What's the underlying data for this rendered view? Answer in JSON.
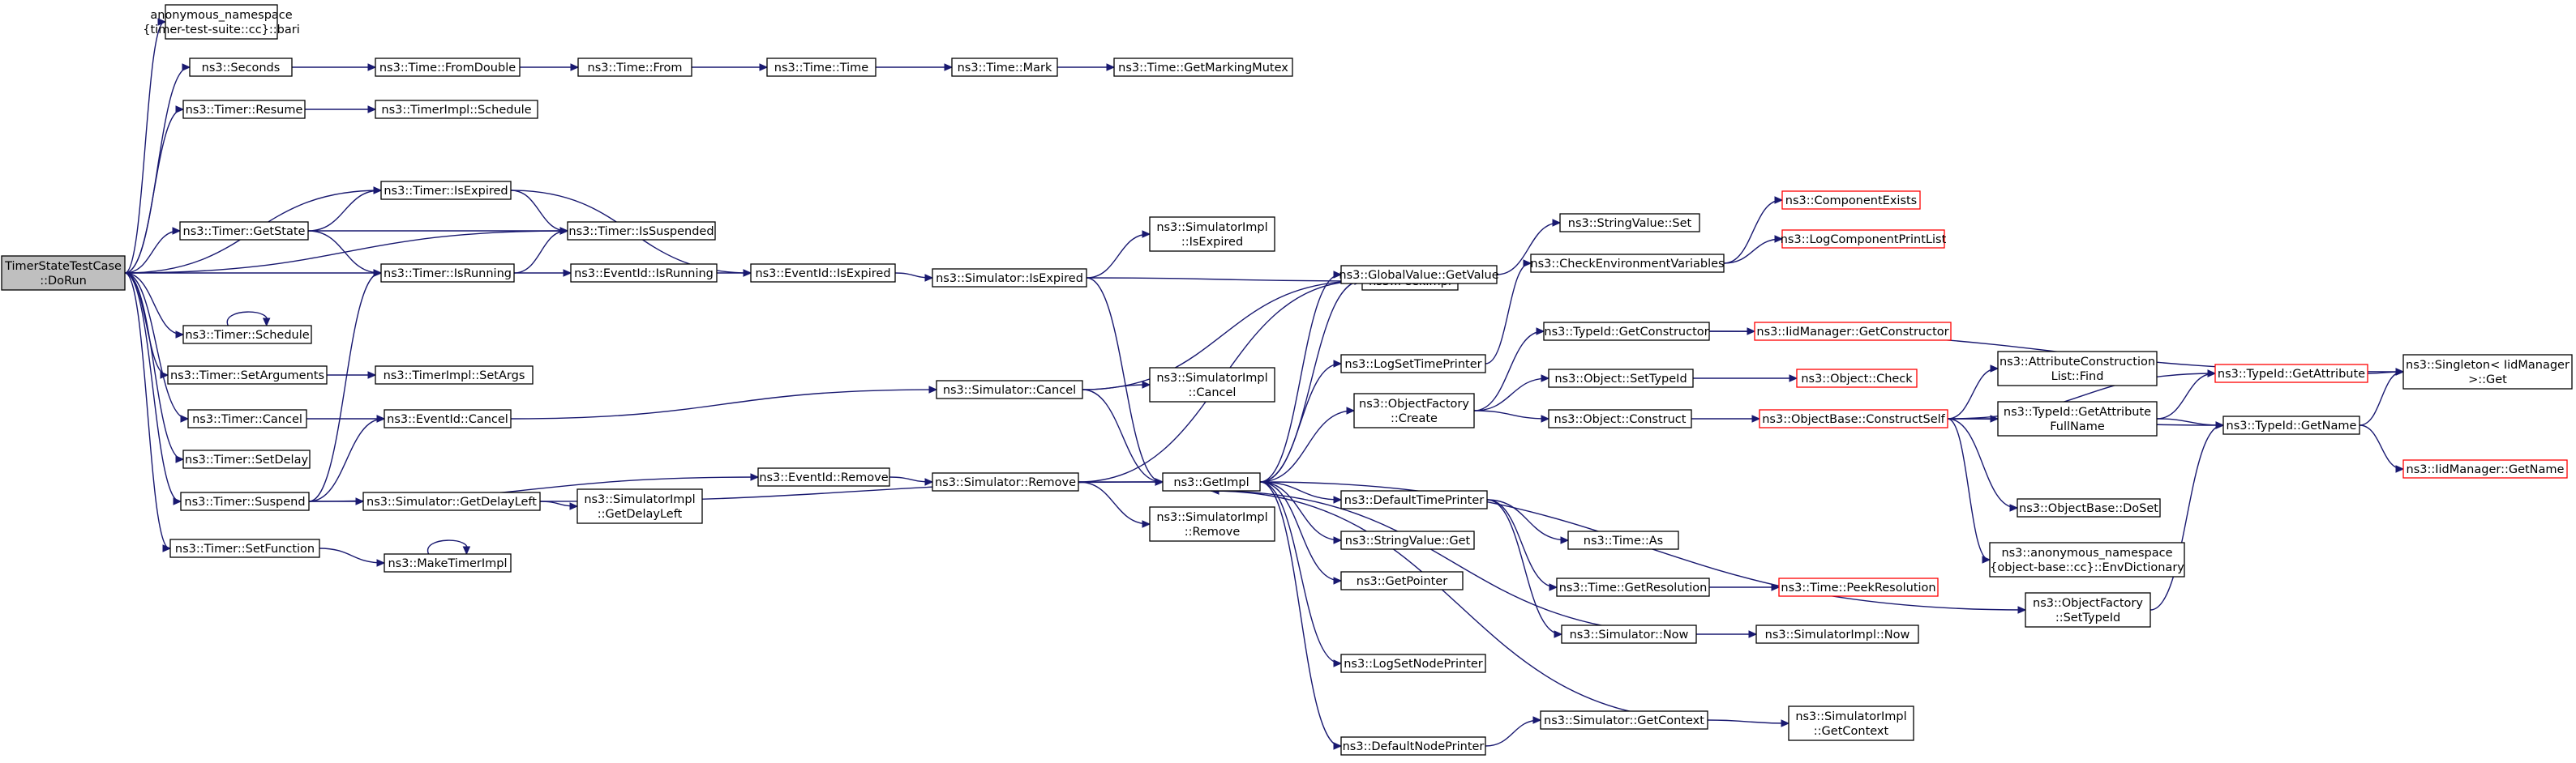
{
  "colors": {
    "edge": "#191970",
    "node_border": "#000000",
    "node_border_truncated": "#ff0000",
    "root_fill": "#bfbfbf",
    "node_fill": "#ffffff"
  },
  "nodes": [
    {
      "id": "root",
      "lines": [
        "TimerStateTestCase",
        "::DoRun"
      ],
      "root": true
    },
    {
      "id": "bari",
      "lines": [
        "anonymous_namespace",
        "{timer-test-suite::cc}::bari"
      ]
    },
    {
      "id": "seconds",
      "lines": [
        "ns3::Seconds"
      ]
    },
    {
      "id": "fromDouble",
      "lines": [
        "ns3::Time::FromDouble"
      ]
    },
    {
      "id": "timeFrom",
      "lines": [
        "ns3::Time::From"
      ]
    },
    {
      "id": "timeTime",
      "lines": [
        "ns3::Time::Time"
      ]
    },
    {
      "id": "timeMark",
      "lines": [
        "ns3::Time::Mark"
      ]
    },
    {
      "id": "getMarkingMutex",
      "lines": [
        "ns3::Time::GetMarkingMutex"
      ]
    },
    {
      "id": "timerResume",
      "lines": [
        "ns3::Timer::Resume"
      ]
    },
    {
      "id": "timerImplSchedule",
      "lines": [
        "ns3::TimerImpl::Schedule"
      ]
    },
    {
      "id": "timerIsExpired",
      "lines": [
        "ns3::Timer::IsExpired"
      ]
    },
    {
      "id": "timerGetState",
      "lines": [
        "ns3::Timer::GetState"
      ]
    },
    {
      "id": "timerIsSuspended",
      "lines": [
        "ns3::Timer::IsSuspended"
      ]
    },
    {
      "id": "timerIsRunning",
      "lines": [
        "ns3::Timer::IsRunning"
      ]
    },
    {
      "id": "eventIdIsRunning",
      "lines": [
        "ns3::EventId::IsRunning"
      ]
    },
    {
      "id": "eventIdIsExpired",
      "lines": [
        "ns3::EventId::IsExpired"
      ]
    },
    {
      "id": "simIsExpired",
      "lines": [
        "ns3::Simulator::IsExpired"
      ]
    },
    {
      "id": "simImplIsExpired",
      "lines": [
        "ns3::SimulatorImpl",
        "::IsExpired"
      ]
    },
    {
      "id": "timerSchedule",
      "lines": [
        "ns3::Timer::Schedule"
      ]
    },
    {
      "id": "timerSetArguments",
      "lines": [
        "ns3::Timer::SetArguments"
      ]
    },
    {
      "id": "timerImplSetArgs",
      "lines": [
        "ns3::TimerImpl::SetArgs"
      ]
    },
    {
      "id": "timerCancel",
      "lines": [
        "ns3::Timer::Cancel"
      ]
    },
    {
      "id": "eventIdCancel",
      "lines": [
        "ns3::EventId::Cancel"
      ]
    },
    {
      "id": "simCancel",
      "lines": [
        "ns3::Simulator::Cancel"
      ]
    },
    {
      "id": "simImplCancel",
      "lines": [
        "ns3::SimulatorImpl",
        "::Cancel"
      ]
    },
    {
      "id": "timerSetDelay",
      "lines": [
        "ns3::Timer::SetDelay"
      ]
    },
    {
      "id": "timerSuspend",
      "lines": [
        "ns3::Timer::Suspend"
      ]
    },
    {
      "id": "eventIdRemove",
      "lines": [
        "ns3::EventId::Remove"
      ]
    },
    {
      "id": "simRemove",
      "lines": [
        "ns3::Simulator::Remove"
      ]
    },
    {
      "id": "simImplRemove",
      "lines": [
        "ns3::SimulatorImpl",
        "::Remove"
      ]
    },
    {
      "id": "simGetDelayLeft",
      "lines": [
        "ns3::Simulator::GetDelayLeft"
      ]
    },
    {
      "id": "simImplGetDelayLeft",
      "lines": [
        "ns3::SimulatorImpl",
        "::GetDelayLeft"
      ]
    },
    {
      "id": "timerSetFunction",
      "lines": [
        "ns3::Timer::SetFunction"
      ]
    },
    {
      "id": "makeTimerImpl",
      "lines": [
        "ns3::MakeTimerImpl"
      ]
    },
    {
      "id": "peekImpl",
      "lines": [
        "ns3::PeekImpl"
      ]
    },
    {
      "id": "getImpl",
      "lines": [
        "ns3::GetImpl"
      ]
    },
    {
      "id": "globalValueGetValue",
      "lines": [
        "ns3::GlobalValue::GetValue"
      ]
    },
    {
      "id": "logSetTimePrinter",
      "lines": [
        "ns3::LogSetTimePrinter"
      ]
    },
    {
      "id": "objectFactoryCreate",
      "lines": [
        "ns3::ObjectFactory",
        "::Create"
      ]
    },
    {
      "id": "defaultTimePrinter",
      "lines": [
        "ns3::DefaultTimePrinter"
      ]
    },
    {
      "id": "stringValueGet",
      "lines": [
        "ns3::StringValue::Get"
      ]
    },
    {
      "id": "getPointer",
      "lines": [
        "ns3::GetPointer"
      ]
    },
    {
      "id": "logSetNodePrinter",
      "lines": [
        "ns3::LogSetNodePrinter"
      ]
    },
    {
      "id": "defaultNodePrinter",
      "lines": [
        "ns3::DefaultNodePrinter"
      ]
    },
    {
      "id": "stringValueSet",
      "lines": [
        "ns3::StringValue::Set"
      ]
    },
    {
      "id": "checkEnvVars",
      "lines": [
        "ns3::CheckEnvironmentVariables"
      ]
    },
    {
      "id": "componentExists",
      "lines": [
        "ns3::ComponentExists"
      ],
      "truncated": true
    },
    {
      "id": "logComponentPrintList",
      "lines": [
        "ns3::LogComponentPrintList"
      ],
      "truncated": true
    },
    {
      "id": "typeIdGetConstructor",
      "lines": [
        "ns3::TypeId::GetConstructor"
      ]
    },
    {
      "id": "iidGetConstructor",
      "lines": [
        "ns3::IidManager::GetConstructor"
      ],
      "truncated": true
    },
    {
      "id": "objectSetTypeId",
      "lines": [
        "ns3::Object::SetTypeId"
      ]
    },
    {
      "id": "objectCheck",
      "lines": [
        "ns3::Object::Check"
      ],
      "truncated": true
    },
    {
      "id": "objectConstruct",
      "lines": [
        "ns3::Object::Construct"
      ]
    },
    {
      "id": "constructSelf",
      "lines": [
        "ns3::ObjectBase::ConstructSelf"
      ],
      "truncated": true
    },
    {
      "id": "attrConstructionListFind",
      "lines": [
        "ns3::AttributeConstruction",
        "List::Find"
      ]
    },
    {
      "id": "typeIdGetAttributeFullName",
      "lines": [
        "ns3::TypeId::GetAttribute",
        "FullName"
      ]
    },
    {
      "id": "typeIdGetAttribute",
      "lines": [
        "ns3::TypeId::GetAttribute"
      ],
      "truncated": true
    },
    {
      "id": "singletonGet",
      "lines": [
        "ns3::Singleton< IidManager",
        " >::Get"
      ]
    },
    {
      "id": "typeIdGetName",
      "lines": [
        "ns3::TypeId::GetName"
      ]
    },
    {
      "id": "iidGetName",
      "lines": [
        "ns3::IidManager::GetName"
      ],
      "truncated": true
    },
    {
      "id": "objectBaseDoSet",
      "lines": [
        "ns3::ObjectBase::DoSet"
      ]
    },
    {
      "id": "envDictionary",
      "lines": [
        "ns3::anonymous_namespace",
        "{object-base::cc}::EnvDictionary"
      ]
    },
    {
      "id": "objectFactorySetTypeId",
      "lines": [
        "ns3::ObjectFactory",
        "::SetTypeId"
      ]
    },
    {
      "id": "timeAs",
      "lines": [
        "ns3::Time::As"
      ]
    },
    {
      "id": "timeGetResolution",
      "lines": [
        "ns3::Time::GetResolution"
      ]
    },
    {
      "id": "timePeekResolution",
      "lines": [
        "ns3::Time::PeekResolution"
      ],
      "truncated": true
    },
    {
      "id": "simNow",
      "lines": [
        "ns3::Simulator::Now"
      ]
    },
    {
      "id": "simImplNow",
      "lines": [
        "ns3::SimulatorImpl::Now"
      ]
    },
    {
      "id": "simGetContext",
      "lines": [
        "ns3::Simulator::GetContext"
      ]
    },
    {
      "id": "simImplGetContext",
      "lines": [
        "ns3::SimulatorImpl",
        "::GetContext"
      ]
    }
  ],
  "edges": [
    [
      "root",
      "bari"
    ],
    [
      "root",
      "seconds"
    ],
    [
      "root",
      "timerResume"
    ],
    [
      "root",
      "timerIsSuspended"
    ],
    [
      "root",
      "timerIsExpired"
    ],
    [
      "root",
      "timerGetState"
    ],
    [
      "root",
      "timerIsRunning"
    ],
    [
      "root",
      "timerSchedule"
    ],
    [
      "root",
      "timerSetArguments"
    ],
    [
      "root",
      "timerCancel"
    ],
    [
      "root",
      "timerSetDelay"
    ],
    [
      "root",
      "timerSuspend"
    ],
    [
      "root",
      "timerSetFunction"
    ],
    [
      "seconds",
      "fromDouble"
    ],
    [
      "fromDouble",
      "timeFrom"
    ],
    [
      "timeFrom",
      "timeTime"
    ],
    [
      "timeTime",
      "timeMark"
    ],
    [
      "timeMark",
      "getMarkingMutex"
    ],
    [
      "timerResume",
      "timerImplSchedule"
    ],
    [
      "timerIsExpired",
      "timerIsSuspended"
    ],
    [
      "timerIsExpired",
      "eventIdIsExpired"
    ],
    [
      "timerGetState",
      "timerIsExpired"
    ],
    [
      "timerGetState",
      "timerIsSuspended"
    ],
    [
      "timerGetState",
      "timerIsRunning"
    ],
    [
      "timerIsRunning",
      "timerIsSuspended"
    ],
    [
      "timerIsRunning",
      "eventIdIsRunning"
    ],
    [
      "eventIdIsRunning",
      "eventIdIsExpired"
    ],
    [
      "eventIdIsExpired",
      "simIsExpired"
    ],
    [
      "simIsExpired",
      "simImplIsExpired"
    ],
    [
      "simIsExpired",
      "peekImpl"
    ],
    [
      "simIsExpired",
      "getImpl"
    ],
    [
      "timerSchedule",
      "timerSchedule"
    ],
    [
      "timerSetArguments",
      "timerImplSetArgs"
    ],
    [
      "timerCancel",
      "eventIdCancel"
    ],
    [
      "eventIdCancel",
      "simCancel"
    ],
    [
      "simCancel",
      "peekImpl"
    ],
    [
      "simCancel",
      "simImplCancel"
    ],
    [
      "simCancel",
      "getImpl"
    ],
    [
      "timerSuspend",
      "timerIsRunning"
    ],
    [
      "timerSuspend",
      "eventIdCancel"
    ],
    [
      "timerSuspend",
      "eventIdRemove"
    ],
    [
      "timerSuspend",
      "simGetDelayLeft"
    ],
    [
      "eventIdRemove",
      "simRemove"
    ],
    [
      "simRemove",
      "getImpl"
    ],
    [
      "simRemove",
      "simImplRemove"
    ],
    [
      "simRemove",
      "peekImpl"
    ],
    [
      "simGetDelayLeft",
      "simImplGetDelayLeft"
    ],
    [
      "simGetDelayLeft",
      "getImpl"
    ],
    [
      "timerSetFunction",
      "makeTimerImpl"
    ],
    [
      "makeTimerImpl",
      "makeTimerImpl"
    ],
    [
      "getImpl",
      "peekImpl"
    ],
    [
      "getImpl",
      "globalValueGetValue"
    ],
    [
      "getImpl",
      "logSetTimePrinter"
    ],
    [
      "getImpl",
      "objectFactoryCreate"
    ],
    [
      "getImpl",
      "defaultTimePrinter"
    ],
    [
      "getImpl",
      "stringValueGet"
    ],
    [
      "getImpl",
      "getPointer"
    ],
    [
      "getImpl",
      "logSetNodePrinter"
    ],
    [
      "getImpl",
      "defaultNodePrinter"
    ],
    [
      "getImpl",
      "objectFactorySetTypeId"
    ],
    [
      "globalValueGetValue",
      "stringValueSet"
    ],
    [
      "logSetTimePrinter",
      "checkEnvVars"
    ],
    [
      "checkEnvVars",
      "componentExists"
    ],
    [
      "checkEnvVars",
      "logComponentPrintList"
    ],
    [
      "objectFactoryCreate",
      "typeIdGetConstructor"
    ],
    [
      "objectFactoryCreate",
      "objectSetTypeId"
    ],
    [
      "objectFactoryCreate",
      "objectConstruct"
    ],
    [
      "typeIdGetConstructor",
      "iidGetConstructor"
    ],
    [
      "typeIdGetConstructor",
      "singletonGet"
    ],
    [
      "objectSetTypeId",
      "objectCheck"
    ],
    [
      "objectConstruct",
      "constructSelf"
    ],
    [
      "constructSelf",
      "typeIdGetAttribute"
    ],
    [
      "constructSelf",
      "attrConstructionListFind"
    ],
    [
      "constructSelf",
      "typeIdGetAttributeFullName"
    ],
    [
      "constructSelf",
      "typeIdGetName"
    ],
    [
      "constructSelf",
      "objectBaseDoSet"
    ],
    [
      "constructSelf",
      "envDictionary"
    ],
    [
      "typeIdGetAttribute",
      "singletonGet"
    ],
    [
      "typeIdGetAttributeFullName",
      "typeIdGetAttribute"
    ],
    [
      "typeIdGetAttributeFullName",
      "typeIdGetName"
    ],
    [
      "typeIdGetName",
      "singletonGet"
    ],
    [
      "typeIdGetName",
      "iidGetName"
    ],
    [
      "objectFactorySetTypeId",
      "typeIdGetName"
    ],
    [
      "defaultTimePrinter",
      "timeAs"
    ],
    [
      "defaultTimePrinter",
      "timeGetResolution"
    ],
    [
      "defaultTimePrinter",
      "simNow"
    ],
    [
      "timeGetResolution",
      "timePeekResolution"
    ],
    [
      "simNow",
      "simImplNow"
    ],
    [
      "simNow",
      "getImpl"
    ],
    [
      "defaultNodePrinter",
      "simGetContext"
    ],
    [
      "simGetContext",
      "simImplGetContext"
    ],
    [
      "simGetContext",
      "getImpl"
    ]
  ]
}
